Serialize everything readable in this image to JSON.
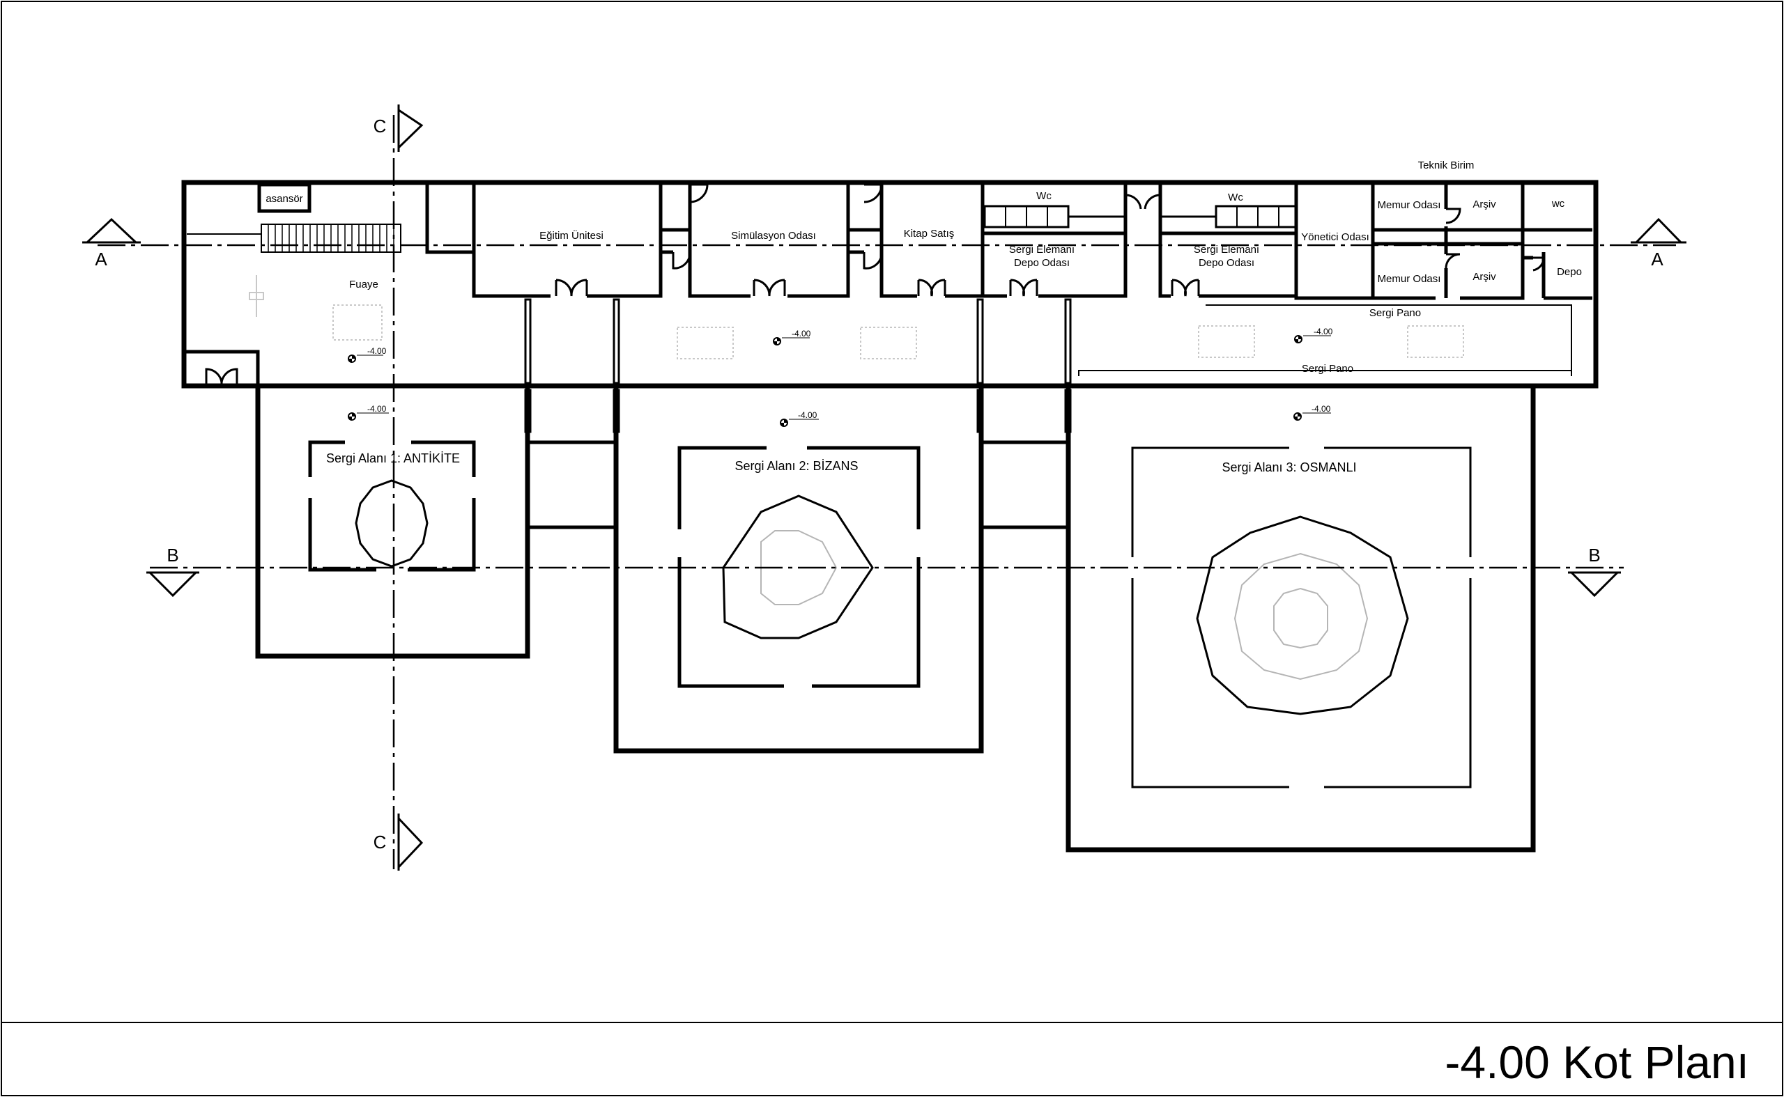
{
  "title": "-4.00 Kot Planı",
  "rooms": {
    "asansor": "asansör",
    "fuaye": "Fuaye",
    "egitim": "Eğitim Ünitesi",
    "simulasyon": "Simülasyon Odası",
    "kitap": "Kitap Satış",
    "wc1": "Wc",
    "depo1_line1": "Sergi Elemanı",
    "depo1_line2": "Depo Odası",
    "wc2": "Wc",
    "depo2_line1": "Sergi Elemanı",
    "depo2_line2": "Depo Odası",
    "yonetici": "Yönetici Odası",
    "teknik": "Teknik Birim",
    "memur1": "Memur Odası",
    "arsiv1": "Arşiv",
    "wc3": "wc",
    "memur2": "Memur Odası",
    "arsiv2": "Arşiv",
    "depo3": "Depo",
    "pano1": "Sergi Pano",
    "pano2": "Sergi Pano"
  },
  "exhibits": {
    "e1": "Sergi Alanı 1: ANTİKİTE",
    "e2": "Sergi Alanı 2: BİZANS",
    "e3": "Sergi Alanı 3: OSMANLI"
  },
  "levels": [
    "-4.00",
    "-4.00",
    "-4.00",
    "-4.00",
    "-4.00",
    "-4.00"
  ],
  "sections": {
    "a_left": "A",
    "a_right": "A",
    "b_left": "B",
    "b_right": "B",
    "c_top": "C",
    "c_bottom": "C"
  }
}
